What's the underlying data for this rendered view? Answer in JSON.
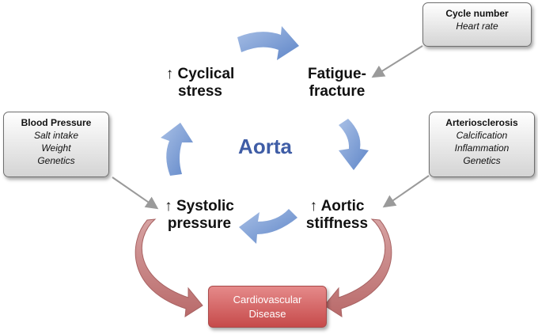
{
  "center_label": "Aorta",
  "cycle_nodes": {
    "cyclical_stress": [
      "↑ Cyclical",
      "stress"
    ],
    "fatigue_fracture": [
      "Fatigue-",
      "fracture"
    ],
    "aortic_stiffness": [
      "↑ Aortic",
      "stiffness"
    ],
    "systolic_pressure": [
      "↑ Systolic",
      "pressure"
    ]
  },
  "info_boxes": {
    "cycle_number": {
      "title": "Cycle number",
      "items": [
        "Heart rate"
      ]
    },
    "blood_pressure": {
      "title": "Blood Pressure",
      "items": [
        "Salt intake",
        "Weight",
        "Genetics"
      ]
    },
    "arteriosclerosis": {
      "title": "Arteriosclerosis",
      "items": [
        "Calcification",
        "Inflammation",
        "Genetics"
      ]
    }
  },
  "outcome": {
    "lines": [
      "Cardiovascular",
      "Disease"
    ]
  },
  "colors": {
    "cycle_arrow": "#7f9fd3",
    "disease_arrow": "#c98585",
    "center_text": "#3f5da6",
    "connector": "#9a9a9a"
  }
}
